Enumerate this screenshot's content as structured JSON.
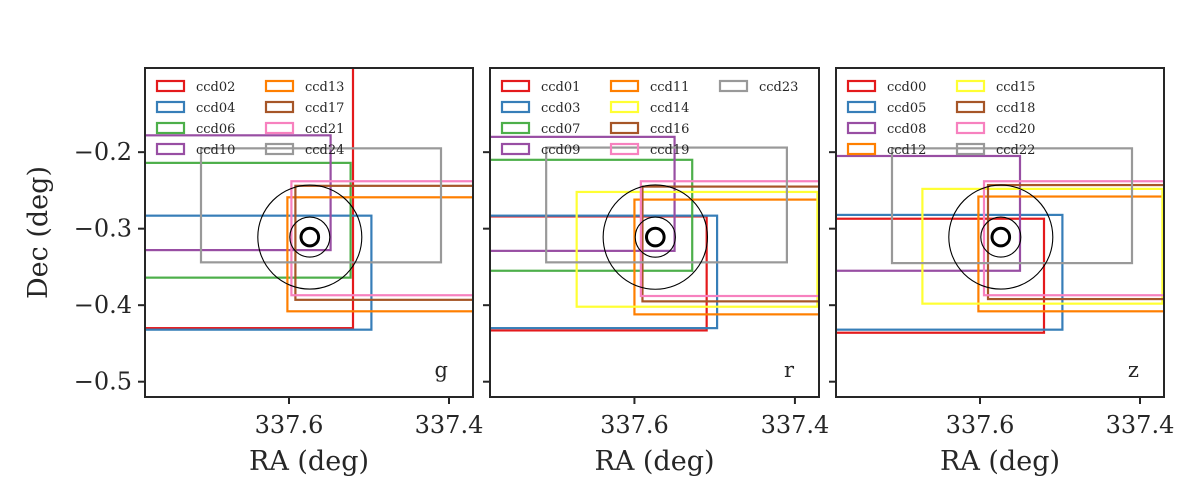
{
  "chart_data": [
    {
      "type": "scatter",
      "band": "g",
      "xlabel": "RA (deg)",
      "ylabel": "Dec (deg)",
      "xlim": [
        337.78,
        337.37
      ],
      "ylim": [
        -0.52,
        -0.09
      ],
      "xticks": [
        337.6,
        337.4
      ],
      "xtick_labels": [
        "337.6",
        "337.4"
      ],
      "yticks": [
        -0.2,
        -0.3,
        -0.4,
        -0.5
      ],
      "ytick_labels": [
        "−0.2",
        "−0.3",
        "−0.4",
        "−0.5"
      ],
      "legend": {
        "position": "upper-left",
        "columns": 2
      },
      "target": {
        "ra": 337.574,
        "dec": -0.311,
        "circle_radii_deg": [
          0.011,
          0.025,
          0.065
        ]
      },
      "series": [
        {
          "name": "ccd02",
          "color": "#e41a1c",
          "ra_range": [
            337.85,
            337.52
          ],
          "dec_range": [
            -0.43,
            -0.04
          ]
        },
        {
          "name": "ccd04",
          "color": "#377eb8",
          "ra_range": [
            337.8,
            337.497
          ],
          "dec_range": [
            -0.432,
            -0.283
          ]
        },
        {
          "name": "ccd06",
          "color": "#4daf4a",
          "ra_range": [
            337.8,
            337.523
          ],
          "dec_range": [
            -0.364,
            -0.214
          ]
        },
        {
          "name": "ccd10",
          "color": "#984ea3",
          "ra_range": [
            337.8,
            337.548
          ],
          "dec_range": [
            -0.328,
            -0.178
          ]
        },
        {
          "name": "ccd13",
          "color": "#ff7f00",
          "ra_range": [
            337.602,
            337.3
          ],
          "dec_range": [
            -0.408,
            -0.259
          ]
        },
        {
          "name": "ccd17",
          "color": "#a65628",
          "ra_range": [
            337.592,
            337.3
          ],
          "dec_range": [
            -0.393,
            -0.244
          ]
        },
        {
          "name": "ccd21",
          "color": "#f781bf",
          "ra_range": [
            337.597,
            337.3
          ],
          "dec_range": [
            -0.387,
            -0.238
          ]
        },
        {
          "name": "ccd24",
          "color": "#999999",
          "ra_range": [
            337.71,
            337.41
          ],
          "dec_range": [
            -0.344,
            -0.195
          ]
        }
      ]
    },
    {
      "type": "scatter",
      "band": "r",
      "xlabel": "RA (deg)",
      "ylabel": "",
      "xlim": [
        337.78,
        337.37
      ],
      "ylim": [
        -0.52,
        -0.09
      ],
      "xticks": [
        337.6,
        337.4
      ],
      "xtick_labels": [
        "337.6",
        "337.4"
      ],
      "yticks": [
        -0.2,
        -0.3,
        -0.4,
        -0.5
      ],
      "ytick_labels": [
        "",
        "",
        "",
        ""
      ],
      "legend": {
        "position": "upper-left",
        "columns": 2
      },
      "target": {
        "ra": 337.574,
        "dec": -0.311,
        "circle_radii_deg": [
          0.011,
          0.025,
          0.065
        ]
      },
      "series": [
        {
          "name": "ccd01",
          "color": "#e41a1c",
          "ra_range": [
            337.85,
            337.51
          ],
          "dec_range": [
            -0.433,
            -0.284
          ]
        },
        {
          "name": "ccd03",
          "color": "#377eb8",
          "ra_range": [
            337.85,
            337.497
          ],
          "dec_range": [
            -0.43,
            -0.283
          ]
        },
        {
          "name": "ccd07",
          "color": "#4daf4a",
          "ra_range": [
            337.8,
            337.528
          ],
          "dec_range": [
            -0.355,
            -0.21
          ]
        },
        {
          "name": "ccd09",
          "color": "#984ea3",
          "ra_range": [
            337.8,
            337.55
          ],
          "dec_range": [
            -0.329,
            -0.18
          ]
        },
        {
          "name": "ccd11",
          "color": "#ff7f00",
          "ra_range": [
            337.6,
            337.3
          ],
          "dec_range": [
            -0.412,
            -0.262
          ]
        },
        {
          "name": "ccd14",
          "color": "#ffff33",
          "ra_range": [
            337.672,
            337.372
          ],
          "dec_range": [
            -0.402,
            -0.252
          ]
        },
        {
          "name": "ccd16",
          "color": "#a65628",
          "ra_range": [
            337.59,
            337.3
          ],
          "dec_range": [
            -0.395,
            -0.245
          ]
        },
        {
          "name": "ccd19",
          "color": "#f781bf",
          "ra_range": [
            337.592,
            337.3
          ],
          "dec_range": [
            -0.388,
            -0.238
          ]
        },
        {
          "name": "ccd23",
          "color": "#999999",
          "ra_range": [
            337.71,
            337.41
          ],
          "dec_range": [
            -0.344,
            -0.194
          ]
        }
      ]
    },
    {
      "type": "scatter",
      "band": "z",
      "xlabel": "RA (deg)",
      "ylabel": "",
      "xlim": [
        337.78,
        337.37
      ],
      "ylim": [
        -0.52,
        -0.09
      ],
      "xticks": [
        337.6,
        337.4
      ],
      "xtick_labels": [
        "337.6",
        "337.4"
      ],
      "yticks": [
        -0.2,
        -0.3,
        -0.4,
        -0.5
      ],
      "ytick_labels": [
        "",
        "",
        "",
        ""
      ],
      "legend": {
        "position": "upper-left",
        "columns": 2
      },
      "target": {
        "ra": 337.574,
        "dec": -0.311,
        "circle_radii_deg": [
          0.011,
          0.025,
          0.065
        ]
      },
      "series": [
        {
          "name": "ccd00",
          "color": "#e41a1c",
          "ra_range": [
            337.85,
            337.52
          ],
          "dec_range": [
            -0.436,
            -0.287
          ]
        },
        {
          "name": "ccd05",
          "color": "#377eb8",
          "ra_range": [
            337.85,
            337.497
          ],
          "dec_range": [
            -0.432,
            -0.282
          ]
        },
        {
          "name": "ccd08",
          "color": "#984ea3",
          "ra_range": [
            337.8,
            337.55
          ],
          "dec_range": [
            -0.355,
            -0.205
          ]
        },
        {
          "name": "ccd12",
          "color": "#ff7f00",
          "ra_range": [
            337.602,
            337.3
          ],
          "dec_range": [
            -0.408,
            -0.258
          ]
        },
        {
          "name": "ccd15",
          "color": "#ffff33",
          "ra_range": [
            337.672,
            337.372
          ],
          "dec_range": [
            -0.398,
            -0.248
          ]
        },
        {
          "name": "ccd18",
          "color": "#a65628",
          "ra_range": [
            337.59,
            337.3
          ],
          "dec_range": [
            -0.392,
            -0.243
          ]
        },
        {
          "name": "ccd20",
          "color": "#f781bf",
          "ra_range": [
            337.595,
            337.3
          ],
          "dec_range": [
            -0.387,
            -0.238
          ]
        },
        {
          "name": "ccd22",
          "color": "#999999",
          "ra_range": [
            337.71,
            337.41
          ],
          "dec_range": [
            -0.345,
            -0.195
          ]
        }
      ]
    }
  ]
}
